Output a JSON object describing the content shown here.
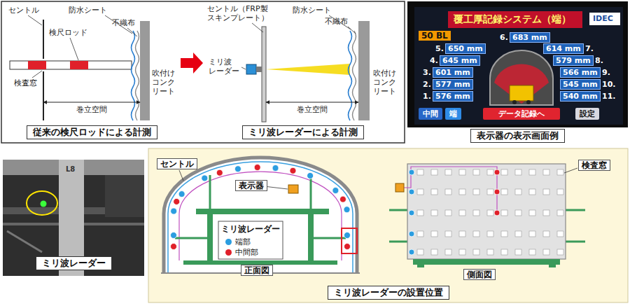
{
  "diagram": {
    "nodes": [
      {
        "text": [
          "従来の検尺ロッドによる計測"
        ]
      },
      {
        "text": [
          "ミリ波レーダーによる計測"
        ]
      },
      {
        "text": [
          "表示器の表示画面例"
        ]
      },
      {
        "text": [
          "ミリ波レーダー"
        ]
      },
      {
        "text": [
          "ミリ波レーダーの設置位置"
        ]
      }
    ],
    "edges": [
      {
        "from": 0,
        "to": 1,
        "arrow": "to"
      }
    ],
    "labels": [
      "セントル",
      "防水シート",
      "検尺ロッド",
      "不織布",
      "検査窓",
      "吹付け コンクリート",
      "巻立空間",
      "セントル（FRP製 スキンプレート）",
      "防水シート",
      "不織布",
      "ミリ波 レーダー",
      "吹付け コンクリート",
      "巻立空間",
      "覆工厚記録システム（端）",
      "IDEC",
      "50 BL",
      "6.",
      "683 mm",
      "5.",
      "650 mm",
      "7.",
      "614 mm",
      "4.",
      "645 mm",
      "8.",
      "579 mm",
      "3.",
      "601 mm",
      "9.",
      "566 mm",
      "2.",
      "577 mm",
      "10.",
      "545 mm",
      "1.",
      "576 mm",
      "11.",
      "540 mm",
      "中間",
      "端",
      "データ記録へ",
      "設定",
      "L8",
      "セントル",
      "表示器",
      "ミリ波レーダー",
      "正面図",
      "側面図",
      "検査窓"
    ],
    "legend": [
      {
        "text": "端部",
        "color": "#2b9de0"
      },
      {
        "text": "中間部",
        "color": "#e0202a"
      }
    ]
  }
}
